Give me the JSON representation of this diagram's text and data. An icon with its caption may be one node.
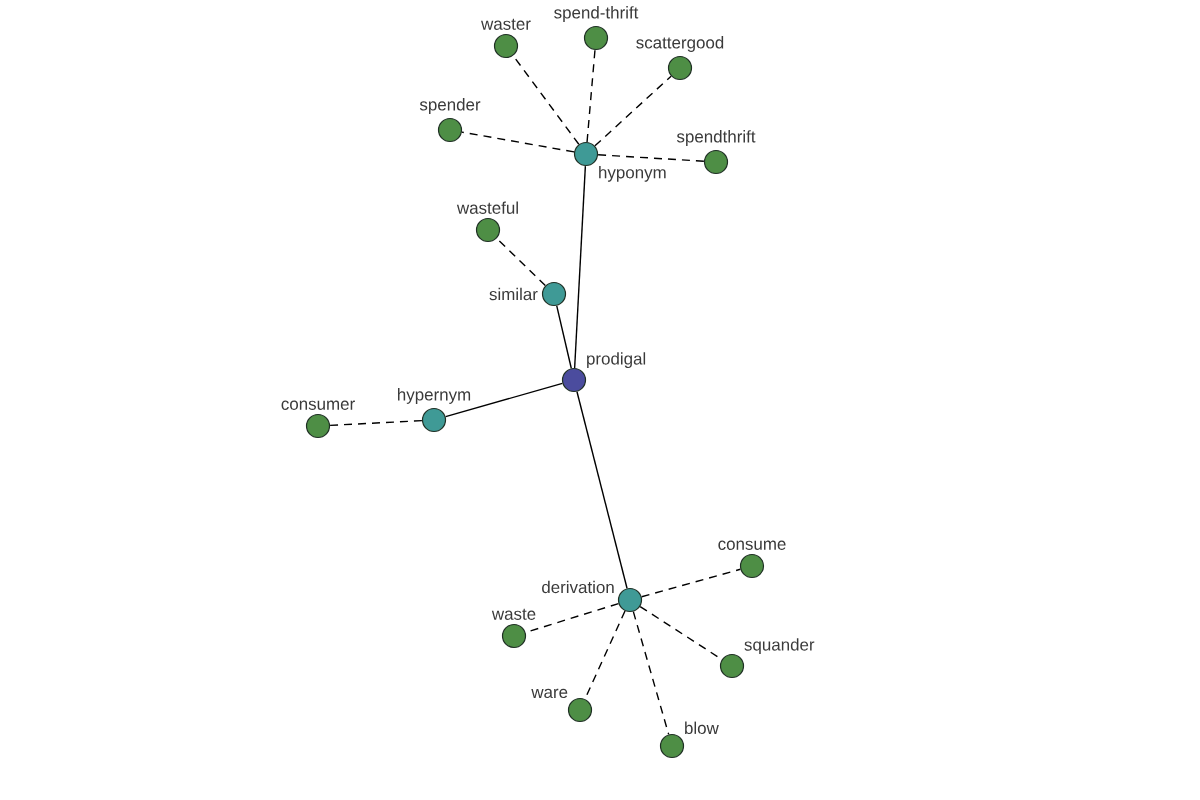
{
  "diagram": {
    "nodes": [
      {
        "text": [
          "spend-thrift"
        ]
      },
      {
        "text": [
          "waster"
        ]
      },
      {
        "text": [
          "scattergood"
        ]
      },
      {
        "text": [
          "spender"
        ]
      },
      {
        "text": [
          "hyponym"
        ]
      },
      {
        "text": [
          "spendthrift"
        ]
      },
      {
        "text": [
          "wasteful"
        ]
      },
      {
        "text": [
          "similar"
        ]
      },
      {
        "text": [
          "prodigal"
        ]
      },
      {
        "text": [
          "hypernym"
        ]
      },
      {
        "text": [
          "consumer"
        ]
      },
      {
        "text": [
          "consume"
        ]
      },
      {
        "text": [
          "derivation"
        ]
      },
      {
        "text": [
          "waste"
        ]
      },
      {
        "text": [
          "squander"
        ]
      },
      {
        "text": [
          "ware"
        ]
      },
      {
        "text": [
          "blow"
        ]
      }
    ],
    "edges": [
      {
        "from": 8,
        "to": 4,
        "arrow": "none"
      },
      {
        "from": 8,
        "to": 7,
        "arrow": "none"
      },
      {
        "from": 8,
        "to": 9,
        "arrow": "none"
      },
      {
        "from": 8,
        "to": 12,
        "arrow": "none"
      },
      {
        "from": 4,
        "to": 0,
        "arrow": "none",
        "style": "dashed"
      },
      {
        "from": 4,
        "to": 1,
        "arrow": "none",
        "style": "dashed"
      },
      {
        "from": 4,
        "to": 2,
        "arrow": "none",
        "style": "dashed"
      },
      {
        "from": 4,
        "to": 3,
        "arrow": "none",
        "style": "dashed"
      },
      {
        "from": 4,
        "to": 5,
        "arrow": "none",
        "style": "dashed"
      },
      {
        "from": 7,
        "to": 6,
        "arrow": "none",
        "style": "dashed"
      },
      {
        "from": 9,
        "to": 10,
        "arrow": "none",
        "style": "dashed"
      },
      {
        "from": 12,
        "to": 11,
        "arrow": "none",
        "style": "dashed"
      },
      {
        "from": 12,
        "to": 13,
        "arrow": "none",
        "style": "dashed"
      },
      {
        "from": 12,
        "to": 14,
        "arrow": "none",
        "style": "dashed"
      },
      {
        "from": 12,
        "to": 15,
        "arrow": "none",
        "style": "dashed"
      },
      {
        "from": 12,
        "to": 16,
        "arrow": "none",
        "style": "dashed"
      }
    ]
  }
}
